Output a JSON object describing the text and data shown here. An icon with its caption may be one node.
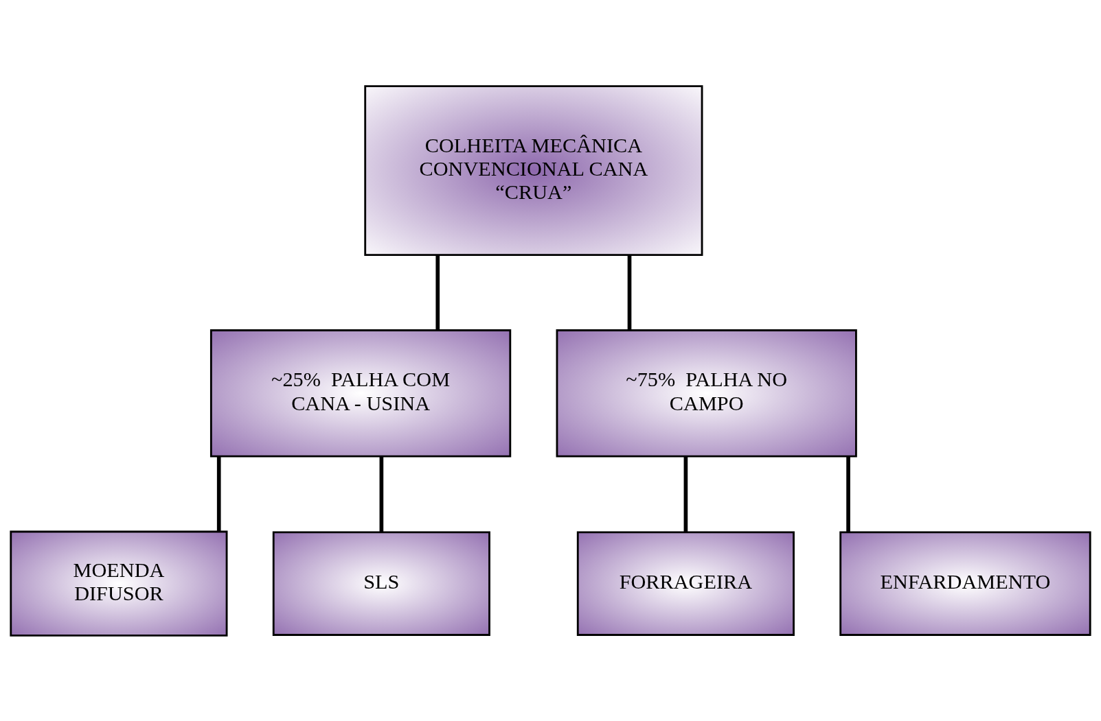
{
  "diagram": {
    "nodes": [
      {
        "text": [
          "COLHEITA MECÂNICA CONVENCIONAL CANA “CRUA”"
        ]
      },
      {
        "text": [
          "~25%  PALHA COM CANA - USINA"
        ]
      },
      {
        "text": [
          "~75%  PALHA NO CAMPO"
        ]
      },
      {
        "text": [
          "MOENDA DIFUSOR"
        ]
      },
      {
        "text": [
          "SLS"
        ]
      },
      {
        "text": [
          "FORRAGEIRA"
        ]
      },
      {
        "text": [
          "ENFARDAMENTO"
        ]
      }
    ],
    "edges": [
      {
        "from": 0,
        "to": 1,
        "arrow": "none"
      },
      {
        "from": 0,
        "to": 2,
        "arrow": "none"
      },
      {
        "from": 1,
        "to": 3,
        "arrow": "none"
      },
      {
        "from": 1,
        "to": 4,
        "arrow": "none"
      },
      {
        "from": 2,
        "to": 5,
        "arrow": "none"
      },
      {
        "from": 2,
        "to": 6,
        "arrow": "none"
      }
    ]
  }
}
